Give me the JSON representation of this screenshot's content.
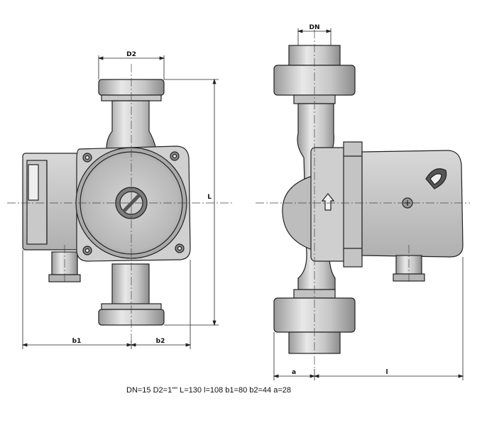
{
  "labels": {
    "d2": "D2",
    "dn": "DN",
    "l_upper": "L",
    "b1": "b1",
    "b2": "b2",
    "a": "a",
    "l_lower": "l"
  },
  "caption": "DN=15 D2=1\"\" L=130 l=108 b1=80 b2=44 a=28",
  "colors": {
    "line": "#222222",
    "shade_light": "#dcdcdc",
    "shade_mid": "#bdbdbd",
    "shade_dark": "#8a8a8a"
  }
}
